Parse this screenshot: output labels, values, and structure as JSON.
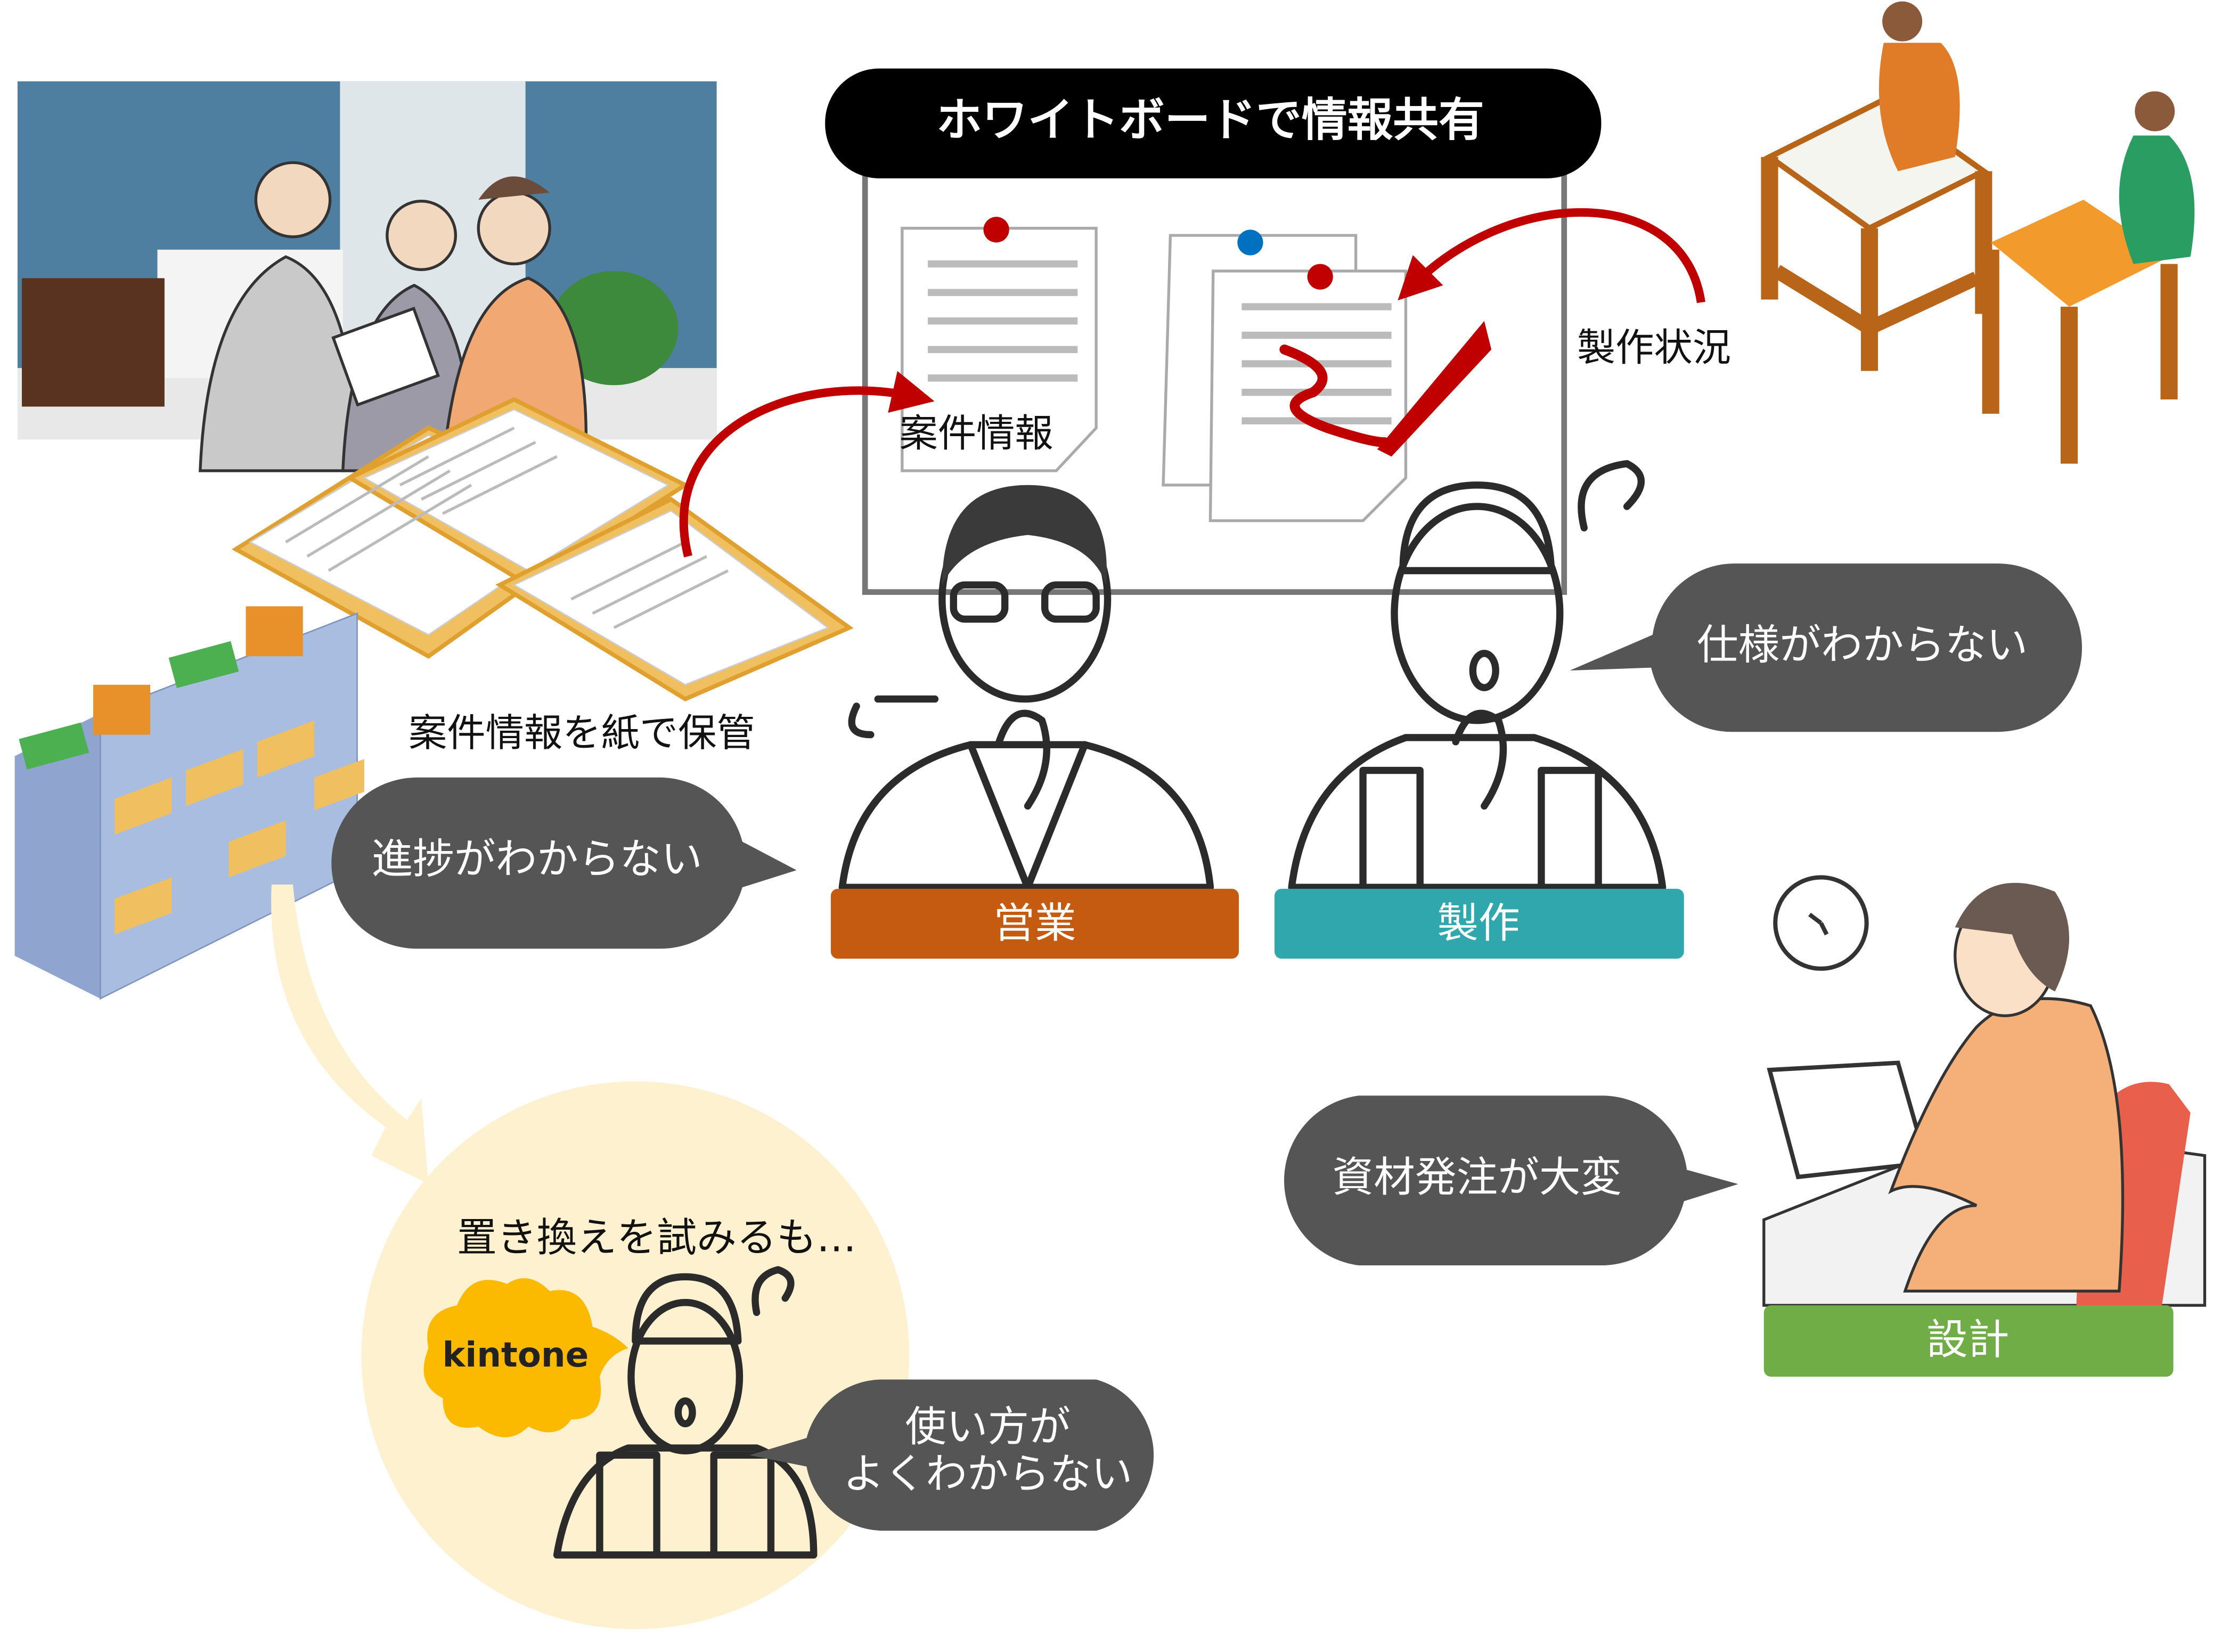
{
  "whiteboard": {
    "title": "ホワイトボードで情報共有",
    "doc_label": "案件情報",
    "status_label": "製作状況"
  },
  "paper_storage": {
    "caption": "案件情報を紙で保管"
  },
  "bubbles": {
    "sales": "進捗がわからない",
    "production": "仕様がわからない",
    "design": "資材発注が大変",
    "kintone_user_line1": "使い方が",
    "kintone_user_line2": "よくわからない"
  },
  "roles": {
    "sales": "営業",
    "production": "製作",
    "design": "設計"
  },
  "replacement": {
    "caption": "置き換えを試みるも…",
    "product": "kintone"
  },
  "colors": {
    "sales": "#c55a11",
    "production": "#2fa7ad",
    "design": "#70ad47",
    "bubble": "#555555",
    "arrow": "#c00000",
    "highlight": "#fdf1cf",
    "kintone": "#fbb900"
  }
}
